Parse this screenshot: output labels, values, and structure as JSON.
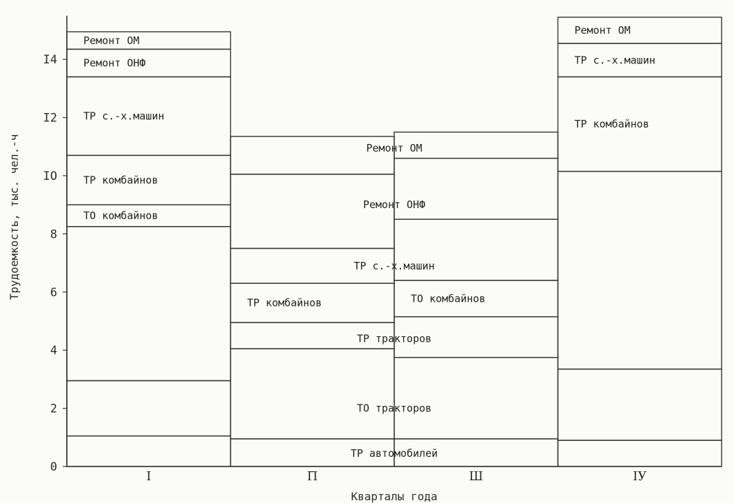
{
  "chart_data": {
    "type": "bar",
    "stacked": true,
    "title": "",
    "xlabel": "Кварталы года",
    "ylabel": "Трудоемкость, тыс. чел.-ч",
    "ylim": [
      0,
      15.5
    ],
    "yticks": [
      0,
      2,
      4,
      6,
      8,
      10,
      12,
      14
    ],
    "ytick_labels": [
      "0",
      "2",
      "4",
      "6",
      "8",
      "IO",
      "I2",
      "I4"
    ],
    "grid": false,
    "categories": [
      "I",
      "II",
      "III",
      "IV"
    ],
    "category_labels": [
      "I",
      "П",
      "Ш",
      "IУ"
    ],
    "bars": [
      {
        "category": "I",
        "segments": [
          {
            "label": "",
            "bottom": 0,
            "top": 1.05
          },
          {
            "label": "",
            "bottom": 1.05,
            "top": 2.95
          },
          {
            "label": "",
            "bottom": 2.95,
            "top": 8.25
          },
          {
            "label": "ТО комбайнов",
            "bottom": 8.25,
            "top": 9.0
          },
          {
            "label": "ТР комбайнов",
            "bottom": 9.0,
            "top": 10.7
          },
          {
            "label": "ТР с.-х.машин",
            "bottom": 10.7,
            "top": 13.4
          },
          {
            "label": "Ремонт ОНФ",
            "bottom": 13.4,
            "top": 14.35
          },
          {
            "label": "Ремонт ОМ",
            "bottom": 14.35,
            "top": 14.95
          }
        ]
      },
      {
        "category": "II",
        "segments": [
          {
            "label": "",
            "bottom": 0,
            "top": 0.95
          },
          {
            "label": "",
            "bottom": 0.95,
            "top": 4.05
          },
          {
            "label": "",
            "bottom": 4.05,
            "top": 4.95
          },
          {
            "label": "ТР комбайнов",
            "bottom": 4.95,
            "top": 6.3
          },
          {
            "label": "",
            "bottom": 6.3,
            "top": 7.5
          },
          {
            "label": "",
            "bottom": 7.5,
            "top": 10.05
          },
          {
            "label": "",
            "bottom": 10.05,
            "top": 11.35
          }
        ]
      },
      {
        "category": "III",
        "segments": [
          {
            "label": "",
            "bottom": 0,
            "top": 0.95
          },
          {
            "label": "",
            "bottom": 0.95,
            "top": 3.75
          },
          {
            "label": "",
            "bottom": 3.75,
            "top": 5.15
          },
          {
            "label": "ТО комбайнов",
            "bottom": 5.15,
            "top": 6.4
          },
          {
            "label": "",
            "bottom": 6.4,
            "top": 8.5
          },
          {
            "label": "",
            "bottom": 8.5,
            "top": 10.6
          },
          {
            "label": "",
            "bottom": 10.6,
            "top": 11.5
          }
        ]
      },
      {
        "category": "IV",
        "segments": [
          {
            "label": "",
            "bottom": 0,
            "top": 0.9
          },
          {
            "label": "",
            "bottom": 0.9,
            "top": 3.35
          },
          {
            "label": "",
            "bottom": 3.35,
            "top": 10.15
          },
          {
            "label": "ТР комбайнов",
            "bottom": 10.15,
            "top": 13.4
          },
          {
            "label": "ТР с.-х.машин",
            "bottom": 13.4,
            "top": 14.55
          },
          {
            "label": "Ремонт ОМ",
            "bottom": 14.55,
            "top": 15.45
          }
        ]
      }
    ],
    "spanning_labels": [
      {
        "text": "ТР автомобилей",
        "categories": [
          "II",
          "III"
        ],
        "y": 0.45
      },
      {
        "text": "ТО тракторов",
        "categories": [
          "II",
          "III"
        ],
        "y": 2.0
      },
      {
        "text": "ТР тракторов",
        "categories": [
          "II",
          "III"
        ],
        "y": 4.4
      },
      {
        "text": "ТР с.-х.машин",
        "categories": [
          "II",
          "III"
        ],
        "y": 6.9
      },
      {
        "text": "Ремонт ОНФ",
        "categories": [
          "II",
          "III"
        ],
        "y": 9.0
      },
      {
        "text": "Ремонт ОМ",
        "categories": [
          "II",
          "III"
        ],
        "y": 10.95
      }
    ]
  }
}
